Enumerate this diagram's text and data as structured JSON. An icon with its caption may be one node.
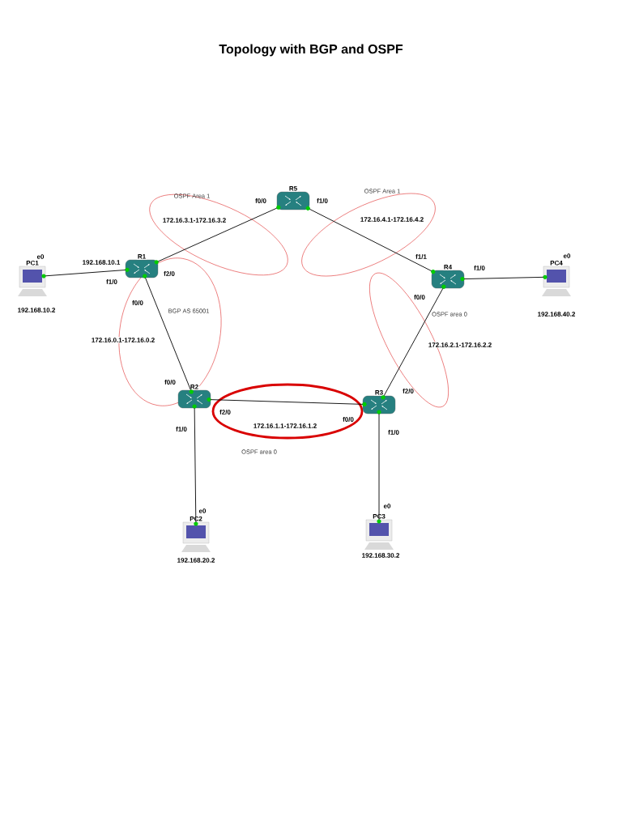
{
  "diagram": {
    "title": "Topology with BGP and OSPF",
    "nodes": [
      {
        "text": [
          "R5"
        ]
      },
      {
        "text": [
          "PC1"
        ],
        "beside": [
          "192.168.10.2"
        ]
      },
      {
        "text": [
          "R1"
        ]
      },
      {
        "text": [
          "R4"
        ]
      },
      {
        "text": [
          "PC4"
        ],
        "beside": [
          "192.168.40.2"
        ]
      },
      {
        "text": [
          "R2"
        ]
      },
      {
        "text": [
          "R3"
        ]
      },
      {
        "text": [
          "PC2"
        ],
        "beside": [
          "192.168.20.2"
        ]
      },
      {
        "text": [
          "PC3"
        ],
        "beside": [
          "192.168.30.2"
        ]
      }
    ],
    "edges": [
      {
        "from": 2,
        "to": 0,
        "arrow": "none",
        "label": "172.16.3.1-172.16.3.2"
      },
      {
        "from": 0,
        "to": 3,
        "arrow": "none",
        "label": "172.16.4.1-172.16.4.2"
      },
      {
        "from": 1,
        "to": 2,
        "arrow": "none",
        "label": "192.168.10.1"
      },
      {
        "from": 2,
        "to": 5,
        "arrow": "none",
        "label": "172.16.0.1-172.16.0.2"
      },
      {
        "from": 3,
        "to": 4,
        "arrow": "none"
      },
      {
        "from": 3,
        "to": 6,
        "arrow": "none",
        "label": "172.16.2.1-172.16.2.2"
      },
      {
        "from": 5,
        "to": 6,
        "arrow": "none",
        "label": "172.16.1.1-172.16.1.2"
      },
      {
        "from": 5,
        "to": 7,
        "arrow": "none"
      },
      {
        "from": 6,
        "to": 8,
        "arrow": "none"
      }
    ],
    "labels": [
      "OSPF Area 1",
      "f0/0",
      "f1/0",
      "OSPF Area 1",
      "e0",
      "f1/0",
      "f2/0",
      "f0/0",
      "BGP AS 65001",
      "f1/1",
      "f1/0",
      "f0/0",
      "e0",
      "OSPF area 0",
      "f0/0",
      "f2/0",
      "f2/0",
      "f0/0",
      "f1/0",
      "f1/0",
      "OSPF area 0",
      "e0",
      "e0"
    ]
  }
}
